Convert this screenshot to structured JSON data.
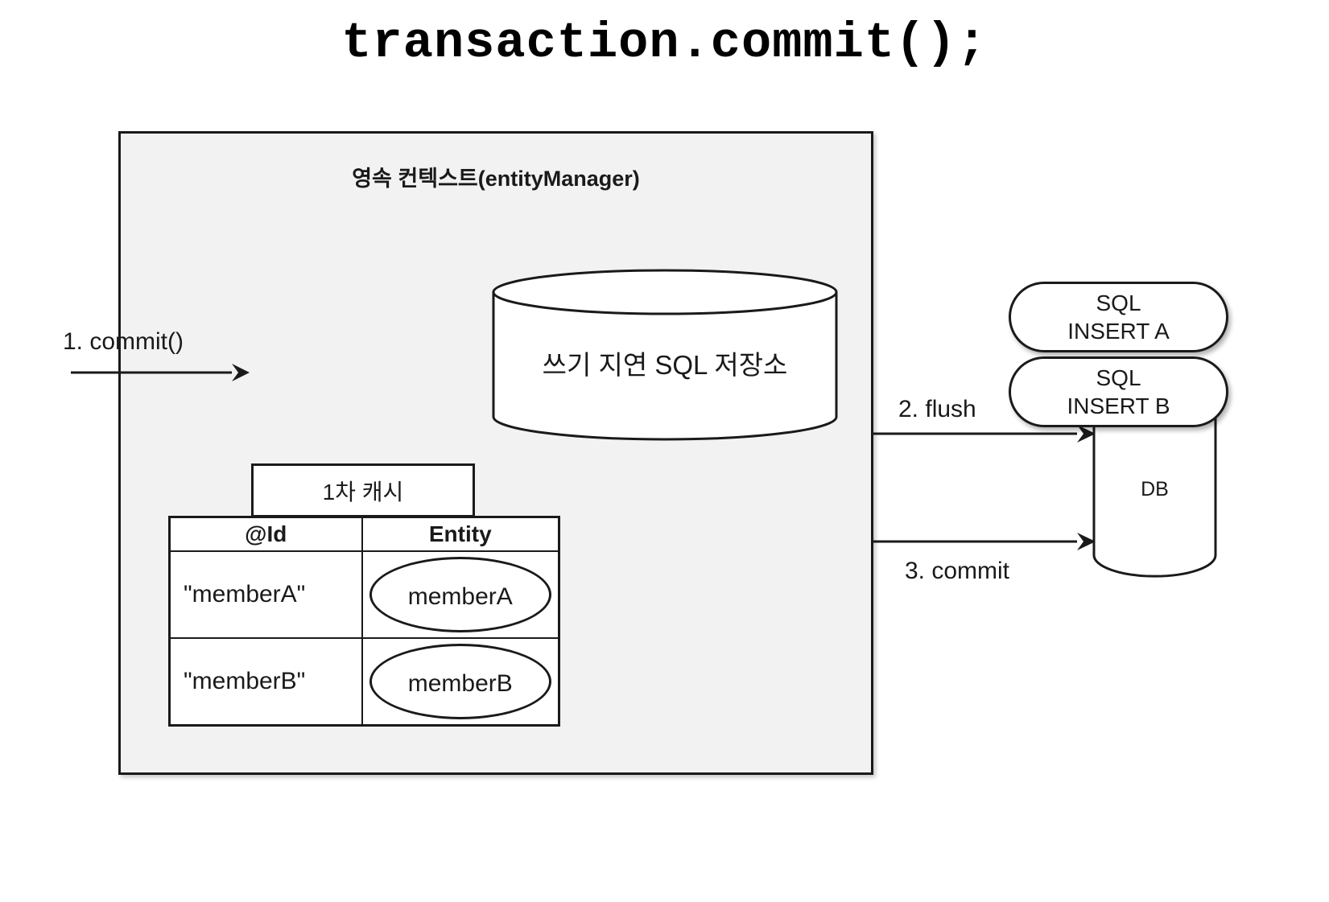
{
  "title": "transaction.commit();",
  "persistence_context": {
    "label": "영속 컨텍스트(entityManager)",
    "bg_color": "#f2f2f2",
    "border_color": "#1a1a1a"
  },
  "write_behind_store": {
    "label": "쓰기 지연 SQL 저장소",
    "shape": "cylinder"
  },
  "first_level_cache": {
    "tab_label": "1차 캐시",
    "columns": [
      "@Id",
      "Entity"
    ],
    "rows": [
      {
        "id": "\"memberA\"",
        "entity": "memberA"
      },
      {
        "id": "\"memberB\"",
        "entity": "memberB"
      }
    ]
  },
  "flows": [
    {
      "label": "1. commit()"
    },
    {
      "label": "2. flush"
    },
    {
      "label": "3. commit"
    }
  ],
  "sql_statements": [
    {
      "line1": "SQL",
      "line2": "INSERT A"
    },
    {
      "line1": "SQL",
      "line2": "INSERT B"
    }
  ],
  "database": {
    "label": "DB",
    "shape": "cylinder"
  }
}
